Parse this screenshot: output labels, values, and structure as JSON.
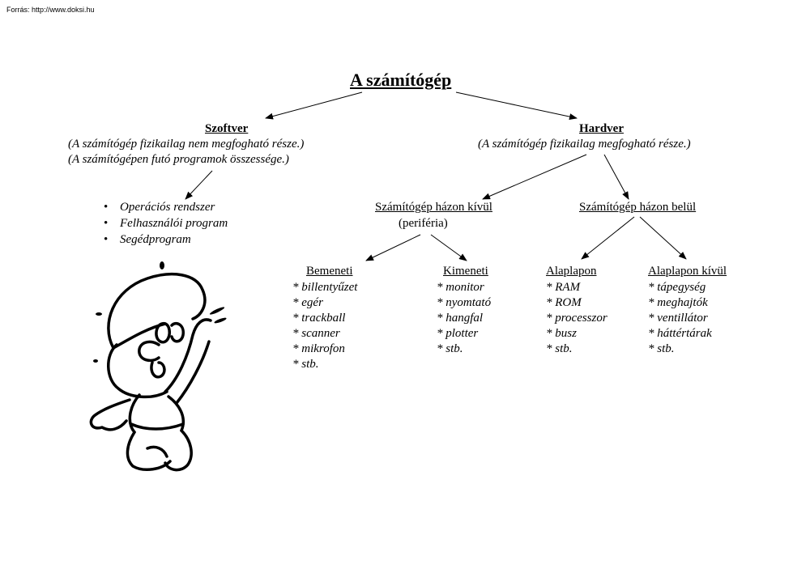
{
  "source": "Forrás: http://www.doksi.hu",
  "title": "A számítógép",
  "software": {
    "heading": "Szoftver",
    "desc1": "(A számítógép fizikailag nem megfogható része.)",
    "desc2": "(A számítógépen futó programok összessége.)",
    "items": [
      "Operációs rendszer",
      "Felhasználói program",
      "Segédprogram"
    ]
  },
  "hardware": {
    "heading": "Hardver",
    "desc": "(A számítógép fizikailag megfogható része.)",
    "outside": {
      "label": "Számítógép házon kívül ",
      "sub": "(periféria)"
    },
    "inside": {
      "label": "Számítógép házon belül"
    },
    "input": {
      "label": "Bemeneti ",
      "items": [
        "* billentyűzet",
        "* egér",
        "* trackball",
        "* scanner",
        "* mikrofon",
        "* stb."
      ]
    },
    "output": {
      "label": "Kimeneti",
      "items": [
        "* monitor",
        "* nyomtató",
        "* hangfal",
        "* plotter",
        "* stb."
      ]
    },
    "onboard": {
      "label": "Alaplapon",
      "items": [
        "* RAM",
        "* ROM",
        "* processzor",
        "* busz",
        "* stb."
      ]
    },
    "offboard": {
      "label": "Alaplapon kívül",
      "items": [
        "* tápegység",
        "* meghajtók",
        "* ventillátor",
        "* háttértárak",
        "* stb."
      ]
    }
  },
  "bullet": "•",
  "colors": {
    "ink": "#000000",
    "background": "#ffffff"
  }
}
